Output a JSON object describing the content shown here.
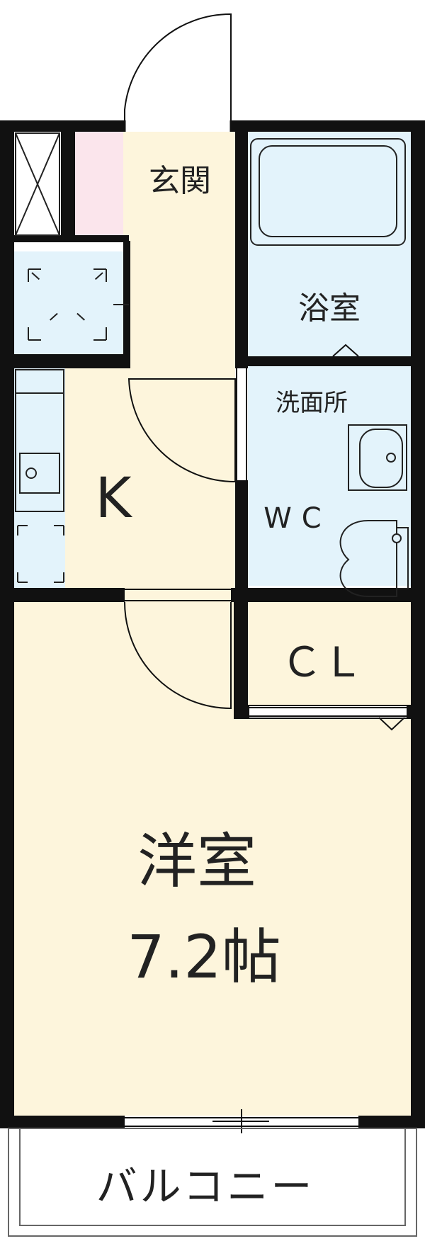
{
  "rooms": {
    "entrance": "玄関",
    "bath": "浴室",
    "washroom": "洗面所",
    "wc": "WC",
    "kitchen": "K",
    "closet": "ＣＬ",
    "western_room": "洋室",
    "western_room_size": "7.2帖",
    "balcony": "バルコニー"
  },
  "colors": {
    "floor_cream": "#fdf5dc",
    "wet_blue": "#e3f3fb",
    "storage_pink": "#fbe5ec",
    "wall": "#111111"
  }
}
